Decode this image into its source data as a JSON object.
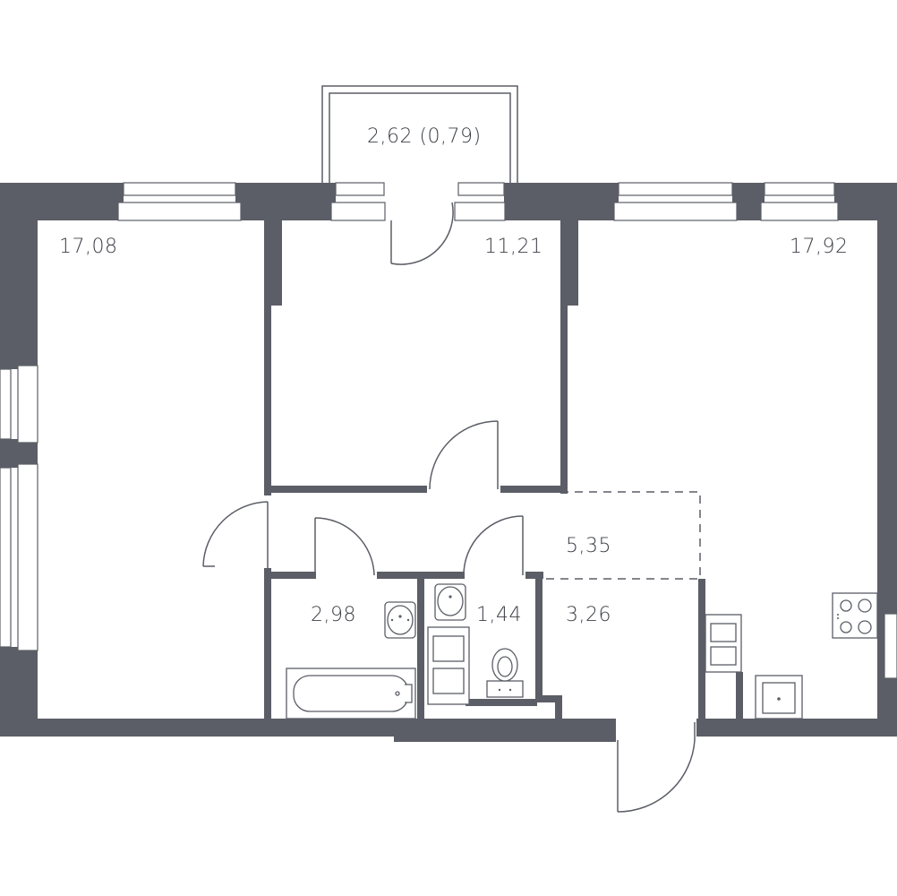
{
  "rooms": {
    "balcony": {
      "area": "2,62 (0,79)"
    },
    "bedroom_left": {
      "area": "17,08"
    },
    "bedroom_middle": {
      "area": "11,21"
    },
    "living_kitchen": {
      "area": "17,92"
    },
    "hallway": {
      "area": "5,35"
    },
    "bathroom": {
      "area": "2,98"
    },
    "toilet": {
      "area": "1,44"
    },
    "entry": {
      "area": "3,26"
    }
  },
  "colors": {
    "wall": "#5b5e66",
    "background": "#ffffff"
  },
  "icons": [
    "door-swing",
    "window",
    "bathtub-icon",
    "sink-icon",
    "toilet-icon",
    "washing-machine-icon",
    "stove-icon",
    "kitchen-sink-icon"
  ]
}
